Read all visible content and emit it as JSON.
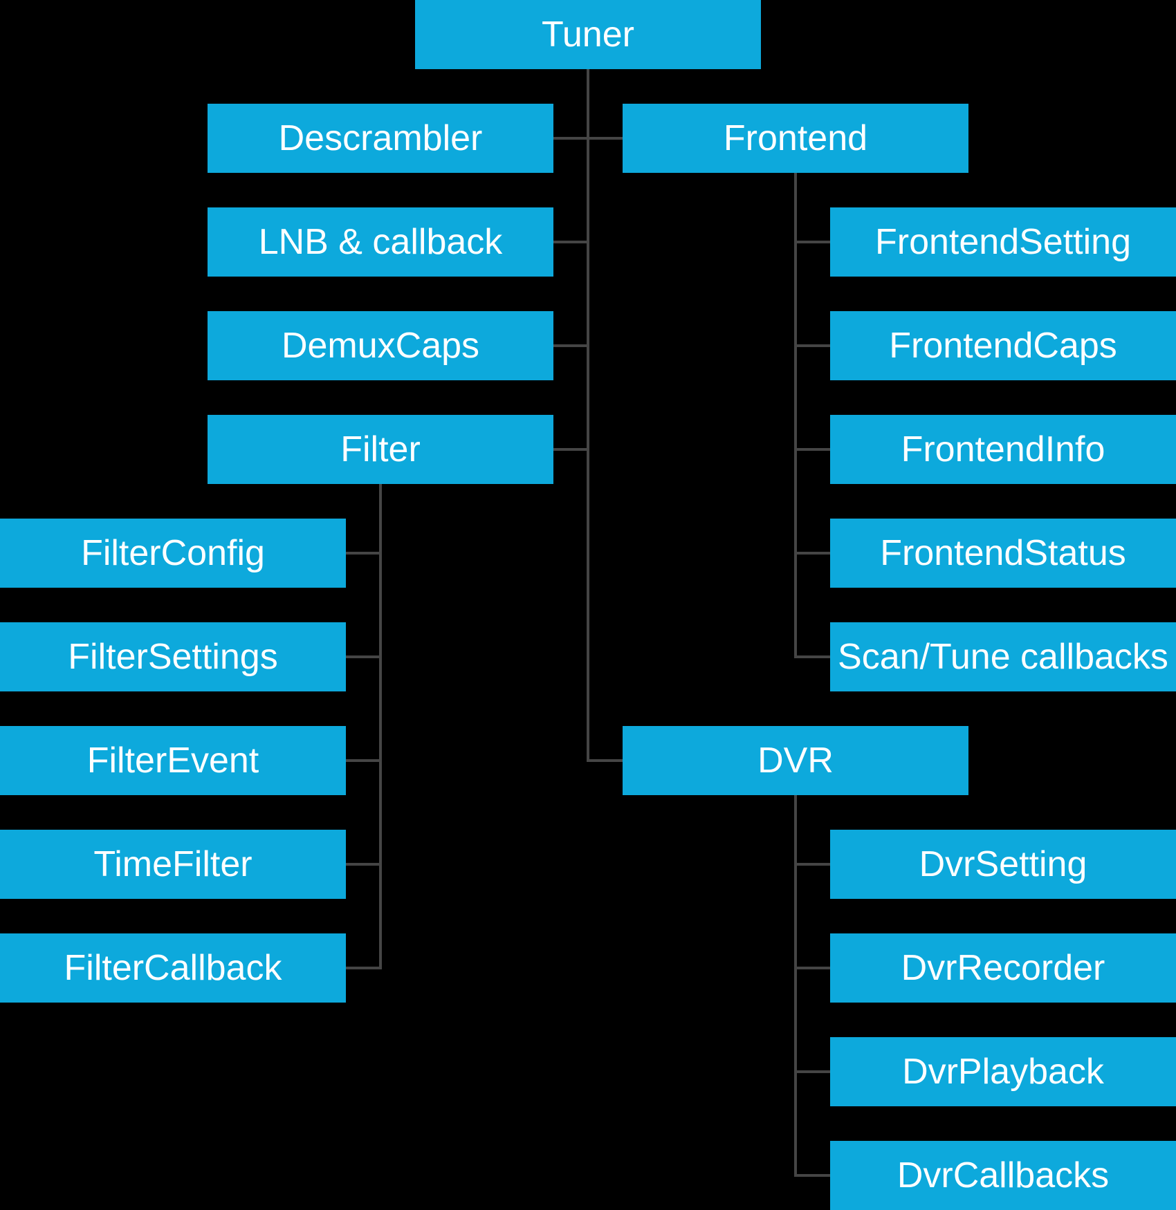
{
  "diagram": {
    "type": "tree",
    "colors": {
      "background": "#000000",
      "node_fill": "#0da9dc",
      "node_text": "#ffffff",
      "connector": "#454545"
    },
    "nodes": {
      "tuner": {
        "label": "Tuner",
        "parent": null
      },
      "descrambler": {
        "label": "Descrambler",
        "parent": "tuner"
      },
      "lnb_callback": {
        "label": "LNB & callback",
        "parent": "tuner"
      },
      "demux_caps": {
        "label": "DemuxCaps",
        "parent": "tuner"
      },
      "filter": {
        "label": "Filter",
        "parent": "tuner"
      },
      "filter_config": {
        "label": "FilterConfig",
        "parent": "filter"
      },
      "filter_settings": {
        "label": "FilterSettings",
        "parent": "filter"
      },
      "filter_event": {
        "label": "FilterEvent",
        "parent": "filter"
      },
      "time_filter": {
        "label": "TimeFilter",
        "parent": "filter"
      },
      "filter_callback": {
        "label": "FilterCallback",
        "parent": "filter"
      },
      "frontend": {
        "label": "Frontend",
        "parent": "tuner"
      },
      "frontend_setting": {
        "label": "FrontendSetting",
        "parent": "frontend"
      },
      "frontend_caps": {
        "label": "FrontendCaps",
        "parent": "frontend"
      },
      "frontend_info": {
        "label": "FrontendInfo",
        "parent": "frontend"
      },
      "frontend_status": {
        "label": "FrontendStatus",
        "parent": "frontend"
      },
      "scan_tune_callbacks": {
        "label": "Scan/Tune callbacks",
        "parent": "frontend"
      },
      "dvr": {
        "label": "DVR",
        "parent": "tuner"
      },
      "dvr_setting": {
        "label": "DvrSetting",
        "parent": "dvr"
      },
      "dvr_recorder": {
        "label": "DvrRecorder",
        "parent": "dvr"
      },
      "dvr_playback": {
        "label": "DvrPlayback",
        "parent": "dvr"
      },
      "dvr_callbacks": {
        "label": "DvrCallbacks",
        "parent": "dvr"
      }
    }
  }
}
